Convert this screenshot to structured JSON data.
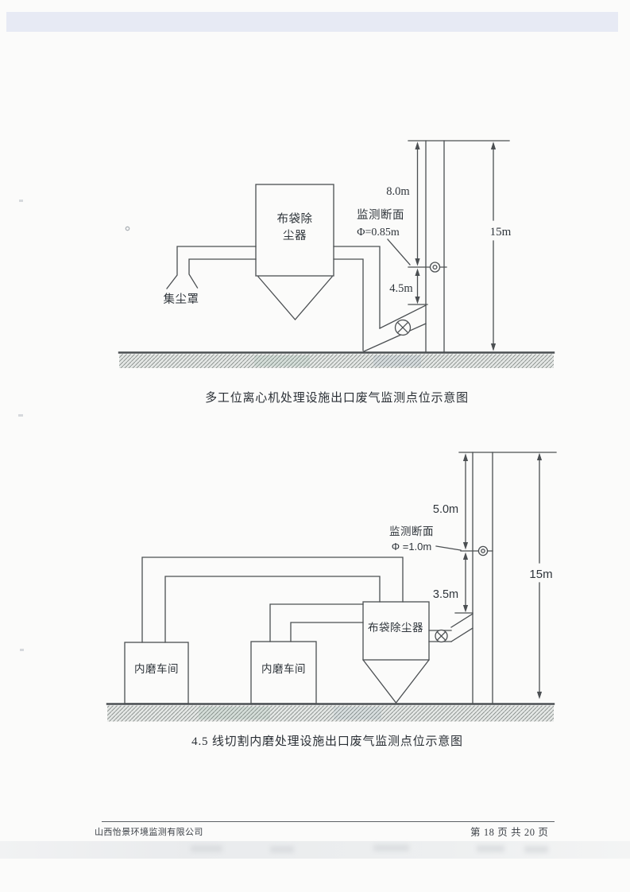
{
  "page": {
    "footer_company": "山西怡景环境监测有限公司",
    "footer_page": "第 18 页 共 20 页"
  },
  "colors": {
    "line": "#4b4f52",
    "text": "#2f353b",
    "paper": "#fbfbfa",
    "top_band": "#e7eaf4"
  },
  "figure1": {
    "caption": "多工位离心机处理设施出口废气监测点位示意图",
    "bag_filter_line1": "布袋除",
    "bag_filter_line2": "尘器",
    "dust_hood": "集尘罩",
    "monitoring_section": "监测断面",
    "diameter": "Φ=0.85m",
    "dim_upper": "8.0m",
    "dim_lower": "4.5m",
    "stack_height": "15m"
  },
  "figure2": {
    "caption": "4.5 线切割内磨处理设施出口废气监测点位示意图",
    "workshop1": "内磨车间",
    "workshop2": "内磨车间",
    "bag_filter": "布袋除尘器",
    "monitoring_section": "监测断面",
    "diameter": "Φ =1.0m",
    "dim_upper": "5.0m",
    "dim_lower": "3.5m",
    "stack_height": "15m"
  }
}
